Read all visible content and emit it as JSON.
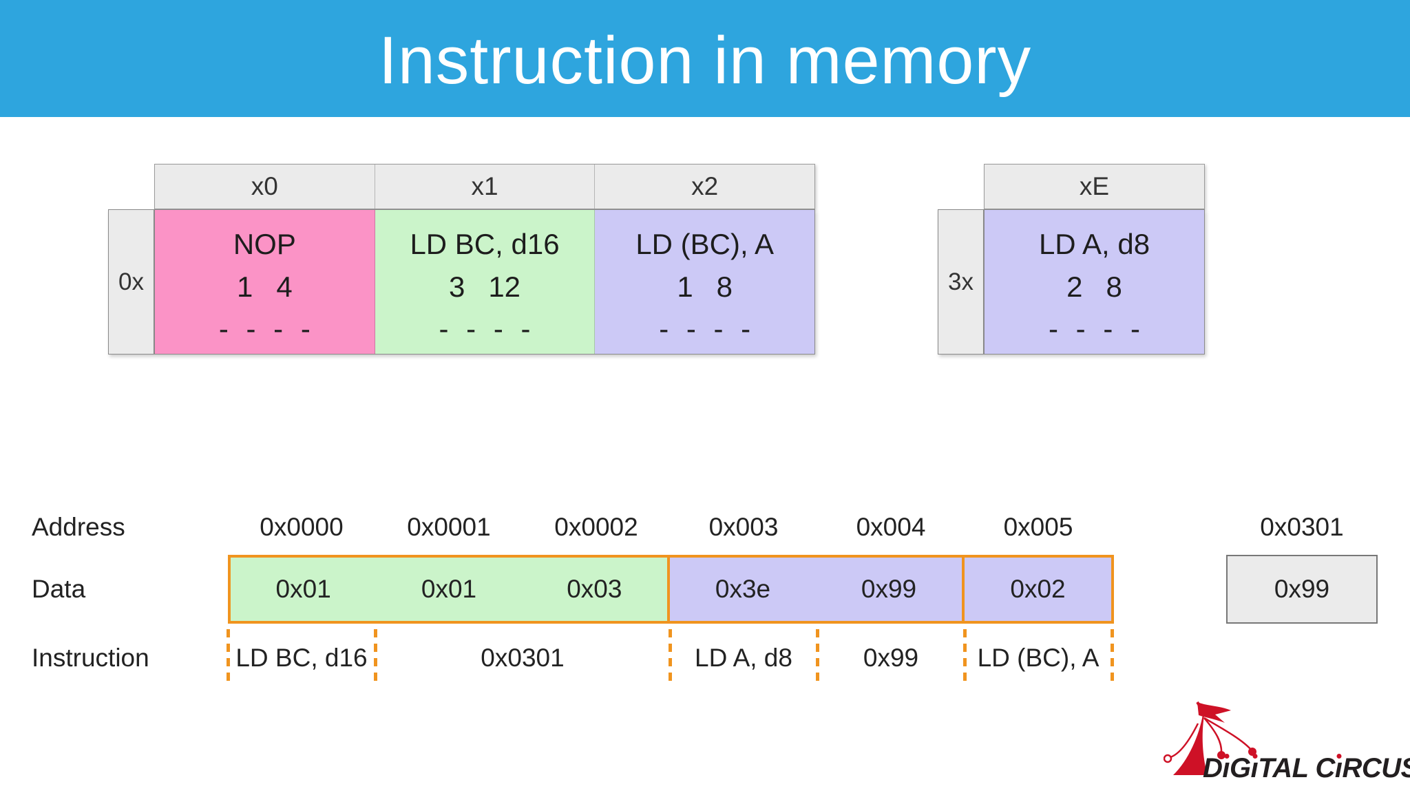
{
  "slide": {
    "title": "Instruction in memory"
  },
  "colors": {
    "banner_blue": "#2EA5DE",
    "pink": "#FB93C6",
    "green": "#CBF4CA",
    "lavender": "#CCC9F6",
    "cell_gray": "#EBEBEB",
    "orange": "#F0941F",
    "logo_red": "#CE1126"
  },
  "opcode_tables": [
    {
      "row_label": "0x",
      "columns": [
        {
          "header": "x0",
          "mnemonic": "NOP",
          "bytes": "1",
          "cycles": "4",
          "flags": "- - - -",
          "color": "pink"
        },
        {
          "header": "x1",
          "mnemonic": "LD BC, d16",
          "bytes": "3",
          "cycles": "12",
          "flags": "- - - -",
          "color": "green"
        },
        {
          "header": "x2",
          "mnemonic": "LD (BC), A",
          "bytes": "1",
          "cycles": "8",
          "flags": "- - - -",
          "color": "lavender"
        }
      ]
    },
    {
      "row_label": "3x",
      "columns": [
        {
          "header": "xE",
          "mnemonic": "LD A, d8",
          "bytes": "2",
          "cycles": "8",
          "flags": "- - - -",
          "color": "lavender"
        }
      ]
    }
  ],
  "memory_diagram": {
    "row_labels": {
      "address": "Address",
      "data": "Data",
      "instruction": "Instruction"
    },
    "addresses": [
      "0x0000",
      "0x0001",
      "0x0002",
      "0x003",
      "0x004",
      "0x005"
    ],
    "extra_address": "0x0301",
    "data_boxes": [
      {
        "color": "green",
        "values": [
          "0x01",
          "0x01",
          "0x03"
        ]
      },
      {
        "color": "lavender",
        "values": [
          "0x3e",
          "0x99"
        ]
      },
      {
        "color": "lavender",
        "values": [
          "0x02"
        ]
      }
    ],
    "extra_data_box": {
      "value": "0x99",
      "color": "gray"
    },
    "instructions": [
      {
        "label": "LD BC, d16"
      },
      {
        "label": "0x0301"
      },
      {
        "label": "LD A, d8"
      },
      {
        "label": "0x99"
      },
      {
        "label": "LD (BC), A"
      }
    ]
  },
  "logo": {
    "text": "DiGiTAL CiRCUS"
  }
}
